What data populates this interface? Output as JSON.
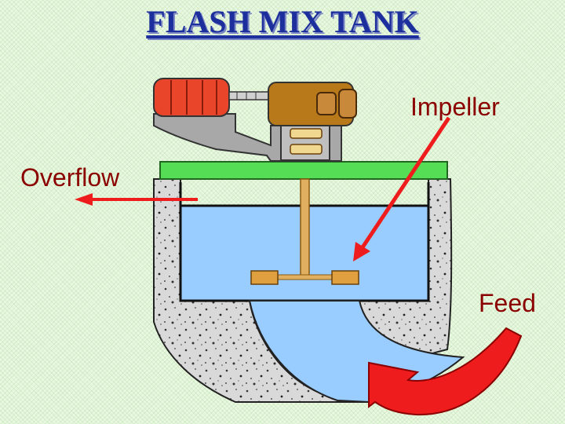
{
  "title": "FLASH MIX TANK",
  "labels": {
    "impeller": "Impeller",
    "overflow": "Overflow",
    "feed": "Feed"
  },
  "colors": {
    "title": "#1d2f9c",
    "label_text": "#8b0000",
    "arrow": "#ee1c1c",
    "water": "#99ccff",
    "concrete": "#d7d7d7",
    "lid": "#55dd55",
    "shaft": "#e0b060",
    "motor": "#e8452a",
    "gearbox": "#b8791a",
    "frame": "#a8a8a8"
  }
}
